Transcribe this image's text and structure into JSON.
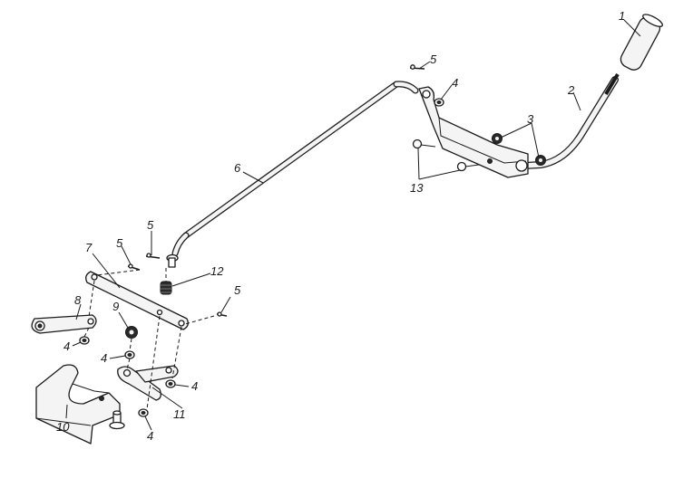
{
  "callouts": {
    "c1": "1",
    "c2": "2",
    "c3": "3",
    "c4a": "4",
    "c4b": "4",
    "c4c": "4",
    "c4d": "4",
    "c4e": "4",
    "c5a": "5",
    "c5b": "5",
    "c5c": "5",
    "c5d": "5",
    "c6": "6",
    "c7": "7",
    "c8": "8",
    "c9": "9",
    "c10": "10",
    "c11": "11",
    "c12": "12",
    "c13": "13"
  }
}
